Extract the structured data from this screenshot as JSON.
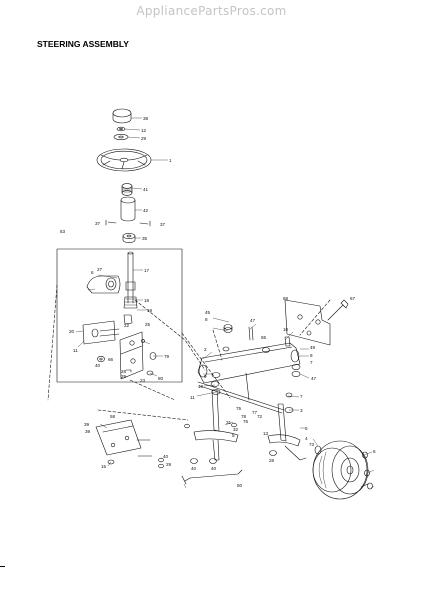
{
  "watermark": "AppliancePartsPros.com",
  "title": "STEERING ASSEMBLY",
  "callouts": {
    "p38": "38",
    "p12": "12",
    "p29a": "29",
    "p1": "1",
    "p41": "41",
    "p42": "42",
    "p37a": "37",
    "p37b": "37",
    "p35": "35",
    "p63": "63",
    "p17": "17",
    "p6": "6",
    "p27": "27",
    "p18": "18",
    "p19": "19",
    "p22": "22",
    "p25": "25",
    "p11a": "11",
    "p40a": "40",
    "p66": "66",
    "p20": "20",
    "p28": "28",
    "p29b": "29",
    "p23": "23",
    "p79": "79",
    "p80": "80",
    "p45": "45",
    "p8a": "8",
    "p47a": "47",
    "p65": "65",
    "p10": "10",
    "p68": "68",
    "p67": "67",
    "p49": "49",
    "p8b": "8",
    "p7a": "7",
    "p47b": "47",
    "p2": "2",
    "p9": "9",
    "p46": "46",
    "p11b": "11",
    "p75": "75",
    "p77": "77",
    "p78": "78",
    "p72": "72",
    "p76": "76",
    "p31": "31",
    "p32": "32",
    "p5a": "5",
    "p7b": "7",
    "p3": "3",
    "p13": "13",
    "p5b": "5",
    "p4": "4",
    "p73": "73",
    "p6b": "6",
    "p58": "58",
    "p39a": "39",
    "p39b": "39",
    "p15": "15",
    "p40b": "40",
    "p40c": "40",
    "p40d": "40",
    "p28b": "28",
    "p29c": "29",
    "p50": "50"
  },
  "colors": {
    "ink": "#111111",
    "watermark": "#c4c4c4",
    "background": "#ffffff"
  }
}
